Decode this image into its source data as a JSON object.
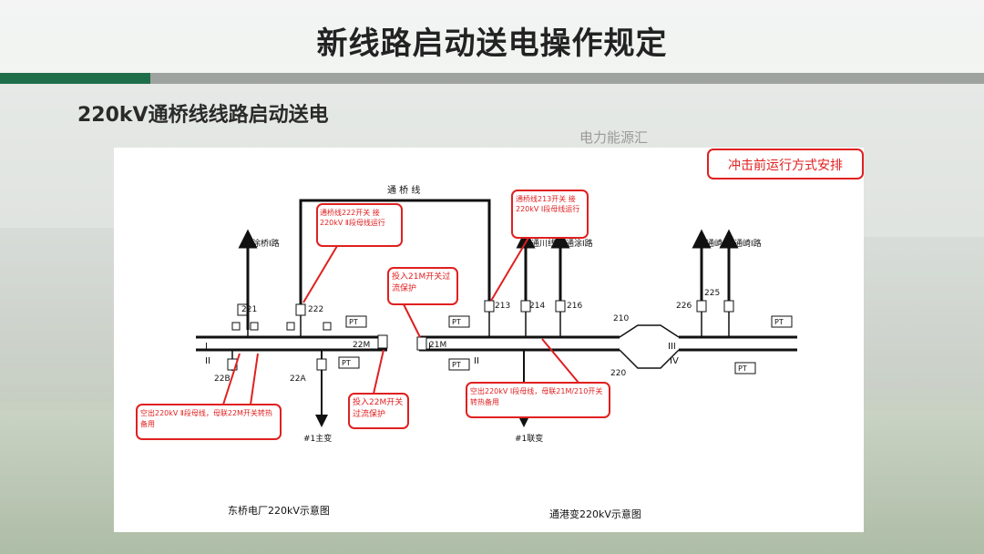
{
  "page_title": "新线路启动送电操作规定",
  "subtitle": "220kV通桥线线路启动送电",
  "watermark": "电力能源汇",
  "diagram": {
    "badge": "冲击前运行方式安排",
    "top_line_label": "通 桥 线",
    "line_tuqiao1": "涂桥Ⅰ路",
    "line_tonghe": "通川线",
    "line_tongtu1": "通涂Ⅰ路",
    "line_tongqi2": "通崎Ⅱ路",
    "line_tongqi1": "通崎Ⅰ路",
    "callout_222": "通桥线222开关 接220kV Ⅱ段母线运行",
    "callout_213": "通桥线213开关 接220kV Ⅰ段母线运行",
    "callout_21m": "投入21M开关过流保护",
    "callout_22m": "投入22M开关过流保护",
    "callout_left_bottom": "空出220kV Ⅱ段母线，母联22M开关转热备用",
    "callout_right_bottom": "空出220kV Ⅰ段母线，母联21M/210开关转热备用",
    "bus_I": "I",
    "bus_II": "II",
    "bus_III": "III",
    "bus_IV": "IV",
    "breaker_221": "221",
    "breaker_222": "222",
    "breaker_22M": "22M",
    "breaker_22B": "22B",
    "breaker_22A": "22A",
    "breaker_21M": "21M",
    "breaker_213": "213",
    "breaker_214": "214",
    "breaker_216": "216",
    "breaker_210": "210",
    "breaker_220": "220",
    "breaker_226": "226",
    "breaker_225": "225",
    "pt_label": "PT",
    "transformer_left": "#1主变",
    "transformer_right": "#1联变",
    "caption_left": "东桥电厂220kV示意图",
    "caption_right": "通港变220kV示意图"
  },
  "colors": {
    "accent_green": "#1f6e4a",
    "callout_red": "#e02020",
    "line_black": "#111111"
  }
}
